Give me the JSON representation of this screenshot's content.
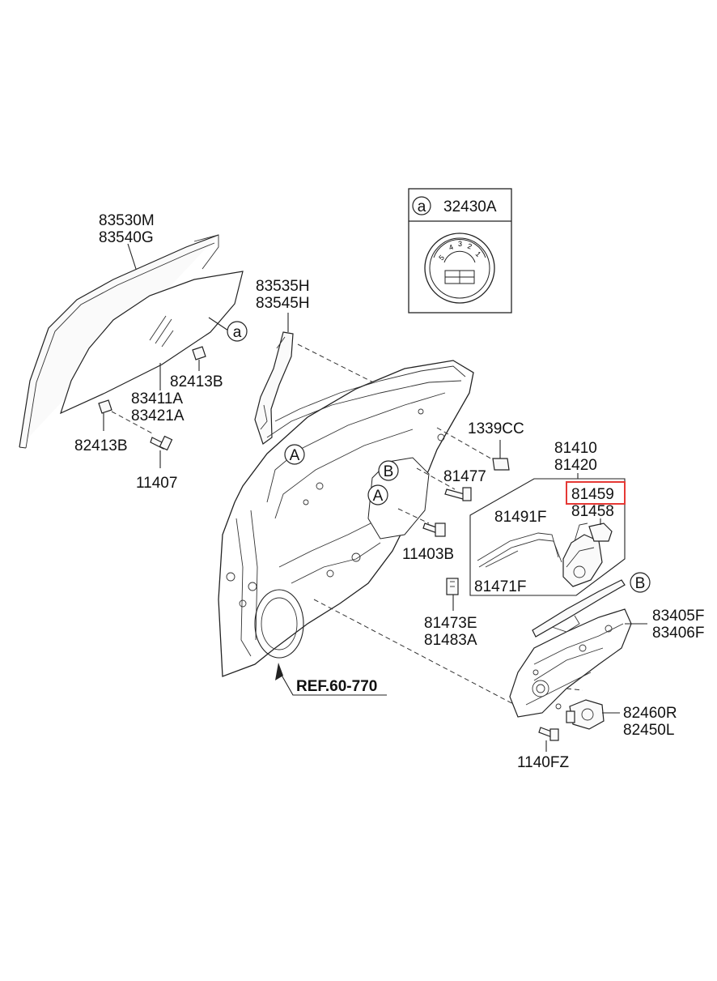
{
  "highlight_color": "#e53935",
  "callout_box": {
    "marker": "a",
    "part_number": "32430A",
    "dial_digits": [
      "5",
      "4",
      "3",
      "2",
      "1"
    ]
  },
  "parts": {
    "p83530M": "83530M",
    "p83540G": "83540G",
    "p83535H": "83535H",
    "p83545H": "83545H",
    "p82413B_upper": "82413B",
    "p83411A": "83411A",
    "p83421A": "83421A",
    "p82413B_lower": "82413B",
    "p11407": "11407",
    "p1339CC": "1339CC",
    "p81410": "81410",
    "p81420": "81420",
    "p81477": "81477",
    "p81459": "81459",
    "p81458": "81458",
    "p81491F": "81491F",
    "p81471F": "81471F",
    "p11403B": "11403B",
    "p81473E": "81473E",
    "p81483A": "81483A",
    "p83405F": "83405F",
    "p83406F": "83406F",
    "p82460R": "82460R",
    "p82450L": "82450L",
    "p1140FZ": "1140FZ",
    "ref": "REF.60-770"
  },
  "markers": {
    "a": "a",
    "A": "A",
    "B": "B"
  }
}
